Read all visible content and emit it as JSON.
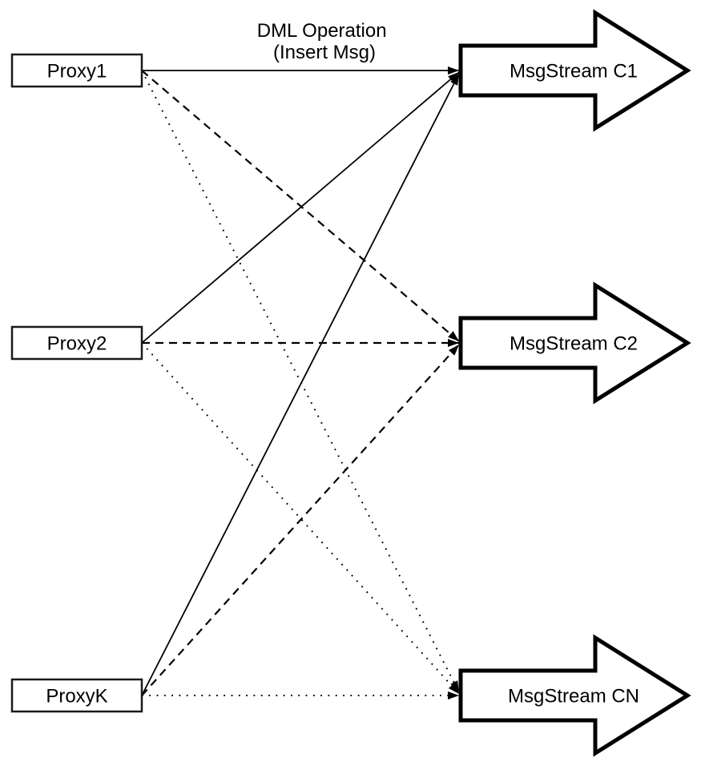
{
  "diagram": {
    "top_label": {
      "line1": "DML Operation",
      "line2": "(Insert Msg)"
    },
    "proxies": [
      {
        "id": "proxy1",
        "label": "Proxy1"
      },
      {
        "id": "proxy2",
        "label": "Proxy2"
      },
      {
        "id": "proxyk",
        "label": "ProxyK"
      }
    ],
    "streams": [
      {
        "id": "c1",
        "label": "MsgStream C1"
      },
      {
        "id": "c2",
        "label": "MsgStream C2"
      },
      {
        "id": "cn",
        "label": "MsgStream CN"
      }
    ],
    "edges": [
      {
        "from": "Proxy1",
        "to": "MsgStream C1",
        "style": "solid"
      },
      {
        "from": "Proxy2",
        "to": "MsgStream C1",
        "style": "solid"
      },
      {
        "from": "ProxyK",
        "to": "MsgStream C1",
        "style": "solid"
      },
      {
        "from": "Proxy1",
        "to": "MsgStream C2",
        "style": "dashed"
      },
      {
        "from": "Proxy2",
        "to": "MsgStream C2",
        "style": "dashed"
      },
      {
        "from": "ProxyK",
        "to": "MsgStream C2",
        "style": "dashed"
      },
      {
        "from": "Proxy1",
        "to": "MsgStream CN",
        "style": "dotted"
      },
      {
        "from": "Proxy2",
        "to": "MsgStream CN",
        "style": "dotted"
      },
      {
        "from": "ProxyK",
        "to": "MsgStream CN",
        "style": "dotted"
      }
    ],
    "colors": {
      "line": "#000000",
      "fill": "#ffffff",
      "background": "#ffffff"
    }
  }
}
